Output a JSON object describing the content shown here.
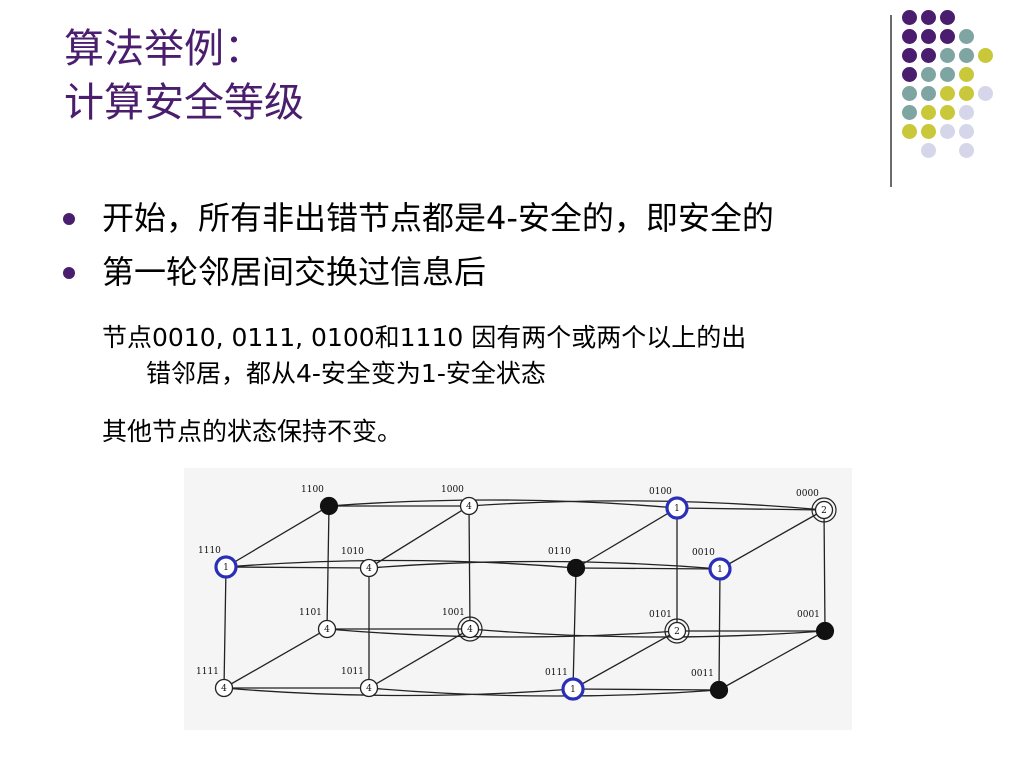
{
  "slide": {
    "title_line1": "算法举例：",
    "title_line2": "计算安全等级"
  },
  "bullets": [
    {
      "text": "开始，所有非出错节点都是4-安全的，即安全的"
    },
    {
      "text": "第一轮邻居间交换过信息后"
    }
  ],
  "sub": {
    "line1": "节点0010, 0111, 0100和1110 因有两个或两个以上的出",
    "line1_cont": "错邻居，都从4-安全变为1-安全状态",
    "line2": "其他节点的状态保持不变。"
  },
  "decor": {
    "colors": {
      "purple": "#4b1d6e",
      "teal": "#7fa5a3",
      "yellow": "#c8c83a",
      "lavender": "#d6d6ea"
    }
  },
  "diagram": {
    "nodes": [
      {
        "id": "1100",
        "label": "1100",
        "value": "",
        "state": "faulty"
      },
      {
        "id": "1000",
        "label": "1000",
        "value": "4",
        "state": "safe"
      },
      {
        "id": "0100",
        "label": "0100",
        "value": "1",
        "state": "highlight"
      },
      {
        "id": "0000",
        "label": "0000",
        "value": "2",
        "state": "double"
      },
      {
        "id": "1110",
        "label": "1110",
        "value": "1",
        "state": "highlight"
      },
      {
        "id": "1010",
        "label": "1010",
        "value": "4",
        "state": "safe"
      },
      {
        "id": "0110",
        "label": "0110",
        "value": "",
        "state": "faulty"
      },
      {
        "id": "0010",
        "label": "0010",
        "value": "1",
        "state": "highlight"
      },
      {
        "id": "1101",
        "label": "1101",
        "value": "4",
        "state": "safe"
      },
      {
        "id": "1001",
        "label": "1001",
        "value": "4",
        "state": "double"
      },
      {
        "id": "0101",
        "label": "0101",
        "value": "2",
        "state": "double"
      },
      {
        "id": "0001",
        "label": "0001",
        "value": "",
        "state": "faulty"
      },
      {
        "id": "1111",
        "label": "1111",
        "value": "4",
        "state": "safe"
      },
      {
        "id": "1011",
        "label": "1011",
        "value": "4",
        "state": "safe"
      },
      {
        "id": "0111",
        "label": "0111",
        "value": "1",
        "state": "highlight"
      },
      {
        "id": "0011",
        "label": "0011",
        "value": "",
        "state": "faulty"
      }
    ]
  }
}
